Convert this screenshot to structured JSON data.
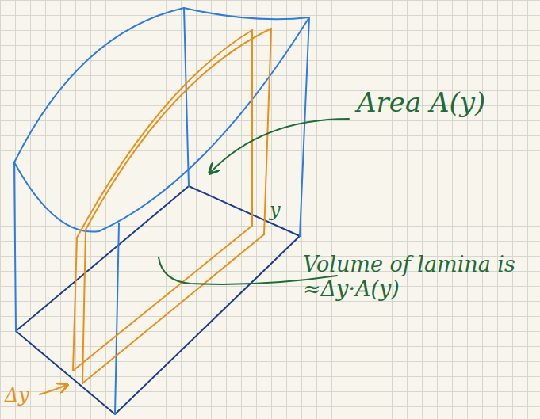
{
  "diagram": {
    "labels": [
      "Area A(y)",
      "Volume of lamina is ≈Δy·A(y)",
      "y",
      "Δy"
    ]
  }
}
